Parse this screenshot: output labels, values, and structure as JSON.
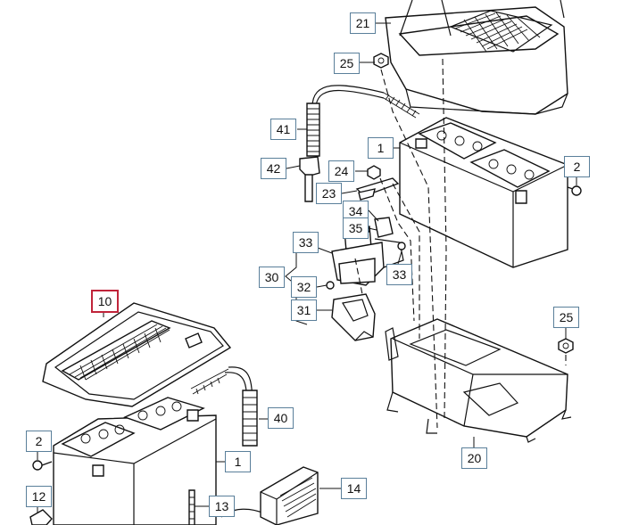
{
  "callouts": [
    {
      "id": "c21",
      "text": "21"
    },
    {
      "id": "c25a",
      "text": "25"
    },
    {
      "id": "c41",
      "text": "41"
    },
    {
      "id": "c1a",
      "text": "1"
    },
    {
      "id": "c2a",
      "text": "2"
    },
    {
      "id": "c42",
      "text": "42"
    },
    {
      "id": "c24",
      "text": "24"
    },
    {
      "id": "c23",
      "text": "23"
    },
    {
      "id": "c34",
      "text": "34"
    },
    {
      "id": "c35",
      "text": "35"
    },
    {
      "id": "c33a",
      "text": "33"
    },
    {
      "id": "c30",
      "text": "30"
    },
    {
      "id": "c33b",
      "text": "33"
    },
    {
      "id": "c32",
      "text": "32"
    },
    {
      "id": "c31",
      "text": "31"
    },
    {
      "id": "c10",
      "text": "10",
      "highlight": true
    },
    {
      "id": "c25b",
      "text": "25"
    },
    {
      "id": "c40",
      "text": "40"
    },
    {
      "id": "c2b",
      "text": "2"
    },
    {
      "id": "c1b",
      "text": "1"
    },
    {
      "id": "c20",
      "text": "20"
    },
    {
      "id": "c12",
      "text": "12"
    },
    {
      "id": "c13",
      "text": "13"
    },
    {
      "id": "c14",
      "text": "14"
    }
  ],
  "colors": {
    "callout_border": "#5a7f9a",
    "highlight_border": "#c0243a",
    "line": "#111111"
  }
}
